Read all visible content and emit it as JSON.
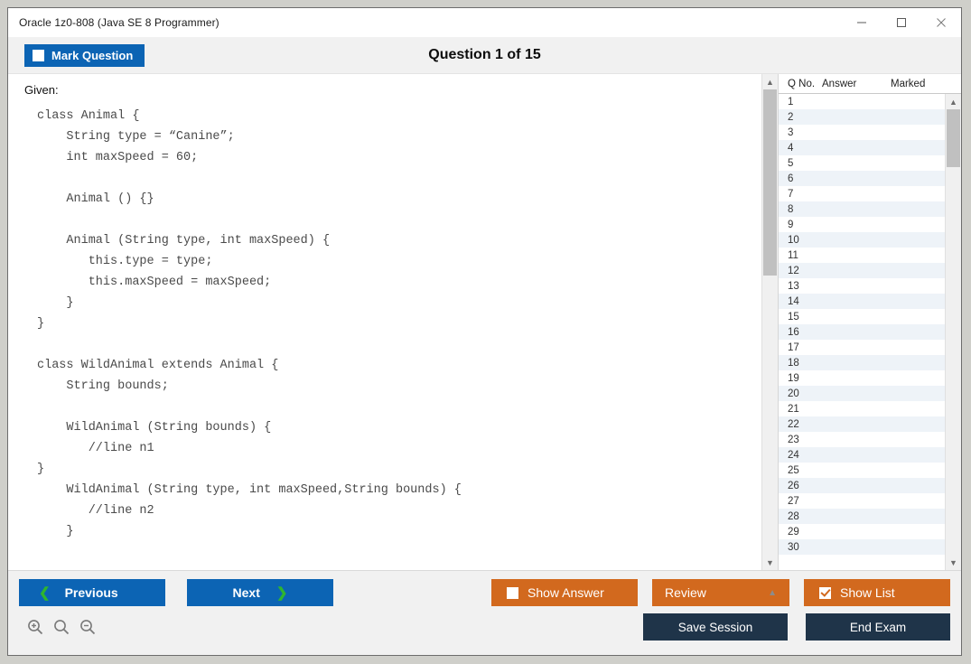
{
  "window": {
    "title": "Oracle 1z0-808 (Java SE 8 Programmer)",
    "controls": {
      "minimize": "minimize-icon",
      "maximize": "maximize-icon",
      "close": "close-icon"
    }
  },
  "header": {
    "mark_question_label": "Mark Question",
    "mark_question_checked": false,
    "question_title": "Question 1 of 15"
  },
  "content": {
    "given_label": "Given:",
    "code": "class Animal {\n    String type = “Canine”;\n    int maxSpeed = 60;\n\n    Animal () {}\n\n    Animal (String type, int maxSpeed) {\n       this.type = type;\n       this.maxSpeed = maxSpeed;\n    }\n}\n\nclass WildAnimal extends Animal {\n    String bounds;\n\n    WildAnimal (String bounds) {\n       //line n1\n}\n    WildAnimal (String type, int maxSpeed,String bounds) {\n       //line n2\n    }"
  },
  "question_list": {
    "columns": [
      "Q No.",
      "Answer",
      "Marked"
    ],
    "rows": [
      {
        "q": "1",
        "answer": "",
        "marked": ""
      },
      {
        "q": "2",
        "answer": "",
        "marked": ""
      },
      {
        "q": "3",
        "answer": "",
        "marked": ""
      },
      {
        "q": "4",
        "answer": "",
        "marked": ""
      },
      {
        "q": "5",
        "answer": "",
        "marked": ""
      },
      {
        "q": "6",
        "answer": "",
        "marked": ""
      },
      {
        "q": "7",
        "answer": "",
        "marked": ""
      },
      {
        "q": "8",
        "answer": "",
        "marked": ""
      },
      {
        "q": "9",
        "answer": "",
        "marked": ""
      },
      {
        "q": "10",
        "answer": "",
        "marked": ""
      },
      {
        "q": "11",
        "answer": "",
        "marked": ""
      },
      {
        "q": "12",
        "answer": "",
        "marked": ""
      },
      {
        "q": "13",
        "answer": "",
        "marked": ""
      },
      {
        "q": "14",
        "answer": "",
        "marked": ""
      },
      {
        "q": "15",
        "answer": "",
        "marked": ""
      },
      {
        "q": "16",
        "answer": "",
        "marked": ""
      },
      {
        "q": "17",
        "answer": "",
        "marked": ""
      },
      {
        "q": "18",
        "answer": "",
        "marked": ""
      },
      {
        "q": "19",
        "answer": "",
        "marked": ""
      },
      {
        "q": "20",
        "answer": "",
        "marked": ""
      },
      {
        "q": "21",
        "answer": "",
        "marked": ""
      },
      {
        "q": "22",
        "answer": "",
        "marked": ""
      },
      {
        "q": "23",
        "answer": "",
        "marked": ""
      },
      {
        "q": "24",
        "answer": "",
        "marked": ""
      },
      {
        "q": "25",
        "answer": "",
        "marked": ""
      },
      {
        "q": "26",
        "answer": "",
        "marked": ""
      },
      {
        "q": "27",
        "answer": "",
        "marked": ""
      },
      {
        "q": "28",
        "answer": "",
        "marked": ""
      },
      {
        "q": "29",
        "answer": "",
        "marked": ""
      },
      {
        "q": "30",
        "answer": "",
        "marked": ""
      }
    ]
  },
  "footer": {
    "previous_label": "Previous",
    "next_label": "Next",
    "show_answer_label": "Show Answer",
    "show_answer_checked": false,
    "review_label": "Review",
    "show_list_label": "Show List",
    "show_list_checked": true,
    "save_session_label": "Save Session",
    "end_exam_label": "End Exam",
    "zoom_in_icon": "zoom-in-icon",
    "zoom_reset_icon": "zoom-icon",
    "zoom_out_icon": "zoom-out-icon"
  },
  "colors": {
    "primary_blue": "#0c64b4",
    "accent_orange": "#d2691e",
    "navy": "#1f3449",
    "chevron_green": "#2fb52f",
    "row_stripe": "#eef3f8",
    "chrome": "#f1f1f1"
  }
}
